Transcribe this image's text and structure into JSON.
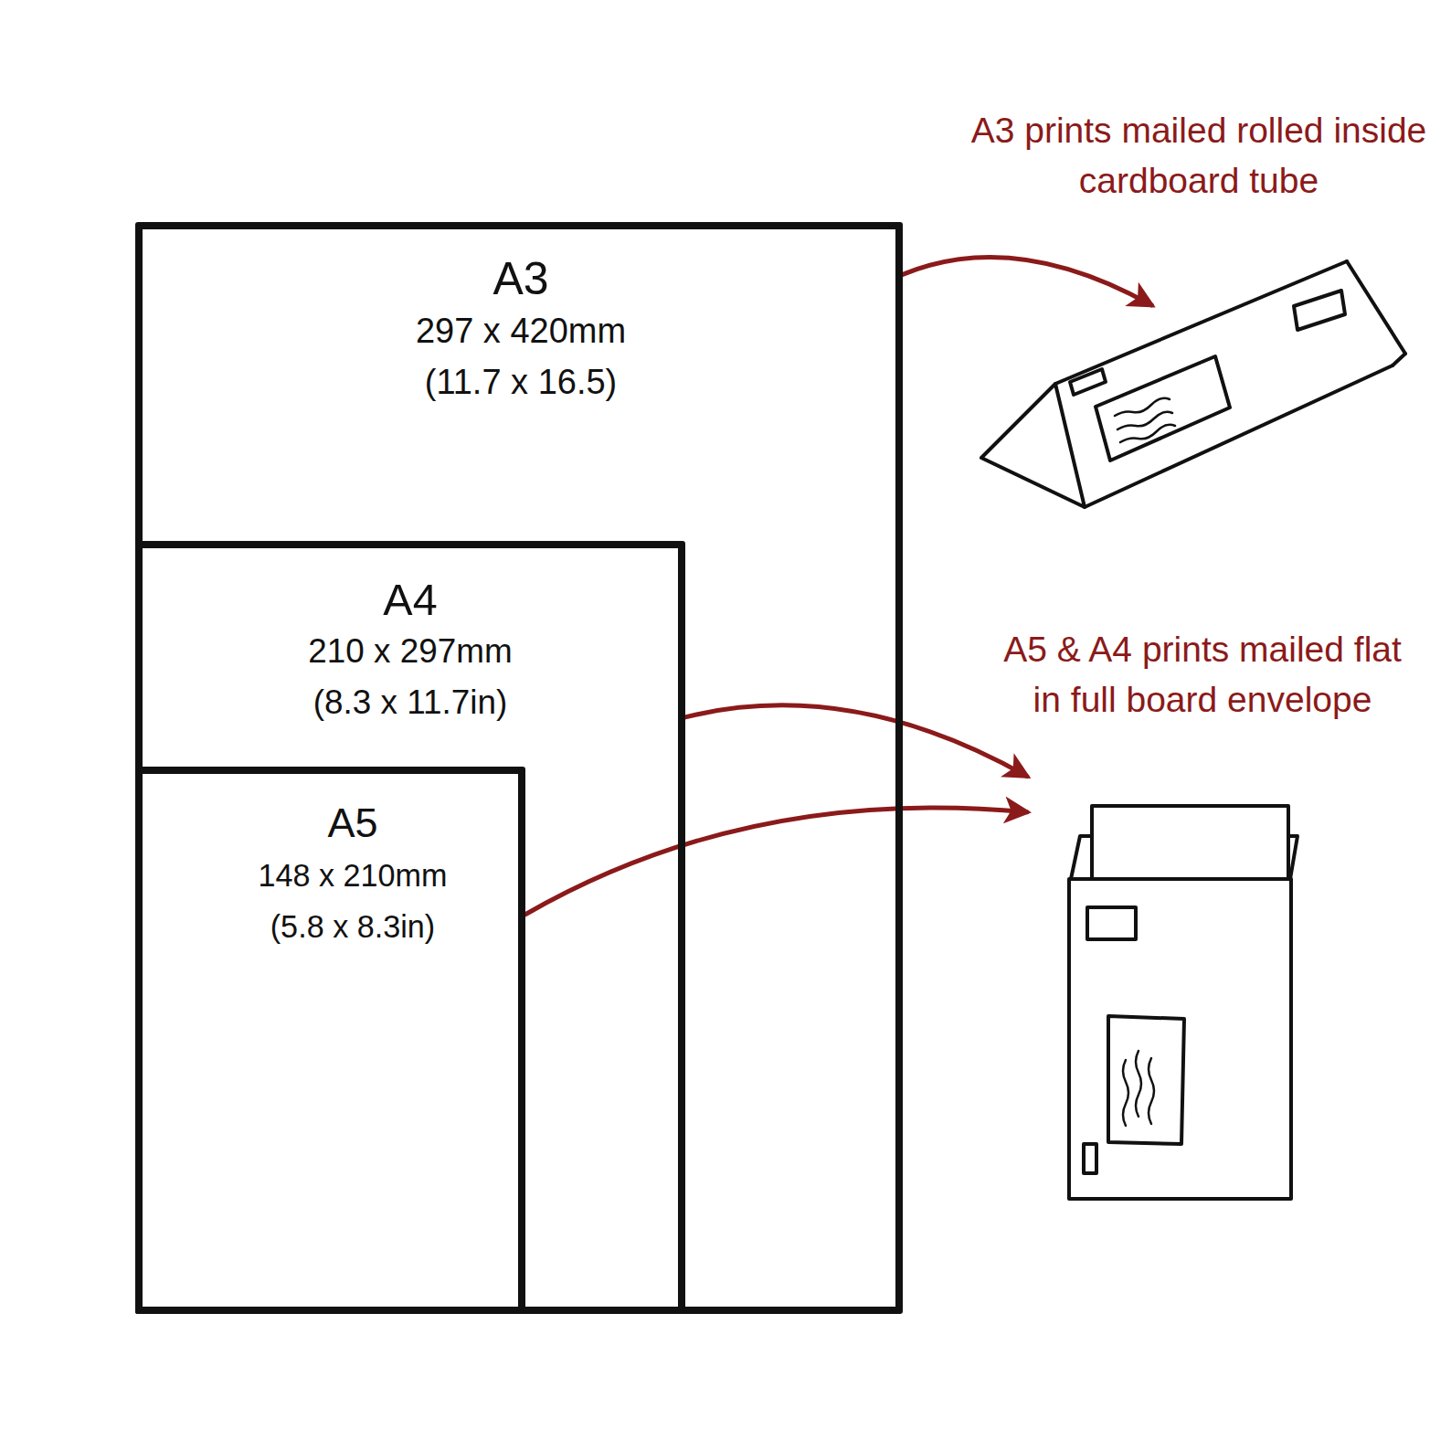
{
  "diagram": {
    "nodes": [
      {
        "text": [
          "A3",
          "297 x 420mm",
          "(11.7 x 16.5)"
        ]
      },
      {
        "text": [
          "A4",
          "210 x 297mm",
          "(8.3 x 11.7in)"
        ],
        "in": 0
      },
      {
        "text": [
          "A5",
          "148 x 210mm",
          "(5.8 x 8.3in)"
        ],
        "in": 1
      },
      {
        "text": [
          "A3 prints mailed rolled inside cardboard tube"
        ]
      },
      {
        "text": [
          "A5 & A4 prints mailed flat in full board envelope"
        ]
      }
    ],
    "edges": [
      {
        "from": 0,
        "to": 3,
        "arrow": "to"
      },
      {
        "from": 1,
        "to": 4,
        "arrow": "to"
      },
      {
        "from": 2,
        "to": 4,
        "arrow": "to"
      }
    ]
  }
}
